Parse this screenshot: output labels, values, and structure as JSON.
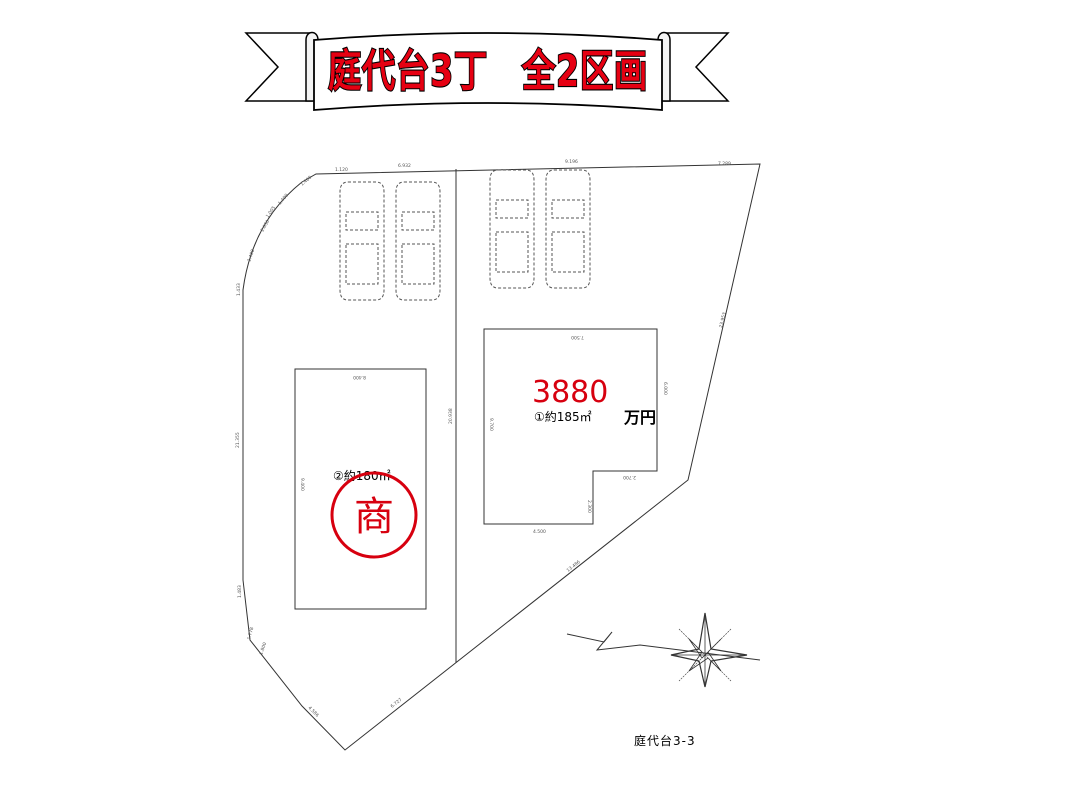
{
  "banner": {
    "title": "庭代台3丁　全2区画"
  },
  "lots": [
    {
      "label": "①約185㎡",
      "price": "3880",
      "price_unit": "万円"
    },
    {
      "label": "②約180㎡",
      "badge": "商"
    }
  ],
  "address": "庭代台3-3",
  "dimensions": {
    "top_1": "1.120",
    "top_2": "6.932",
    "top_3": "9.196",
    "top_4": "7.289",
    "curve_1": "1.400",
    "curve_2": "1.400",
    "curve_3": "2.850",
    "curve_4": "1.005",
    "curve_5": "1.400",
    "left_1": "1.433",
    "left_2": "21.355",
    "left_3": "1.483",
    "left_4": "1.778",
    "left_5": "1.800",
    "divider": "20.938",
    "right_edge": "23.953",
    "bottom_1": "6.727",
    "bottom_2": "4.586",
    "diag": "13.486",
    "lot1_top": "7.500",
    "lot1_right": "6.000",
    "lot1_left": "9.700",
    "lot1_notch": "2.700",
    "lot1_notch_v": "2.300",
    "lot1_bottom": "4.500",
    "lot2_top": "8.400",
    "lot2_left": "9.400"
  },
  "colors": {
    "accent_red": "#e60012",
    "line": "#333333"
  },
  "icons": {
    "compass": "compass-rose-icon",
    "north": "north-arrow-icon"
  }
}
